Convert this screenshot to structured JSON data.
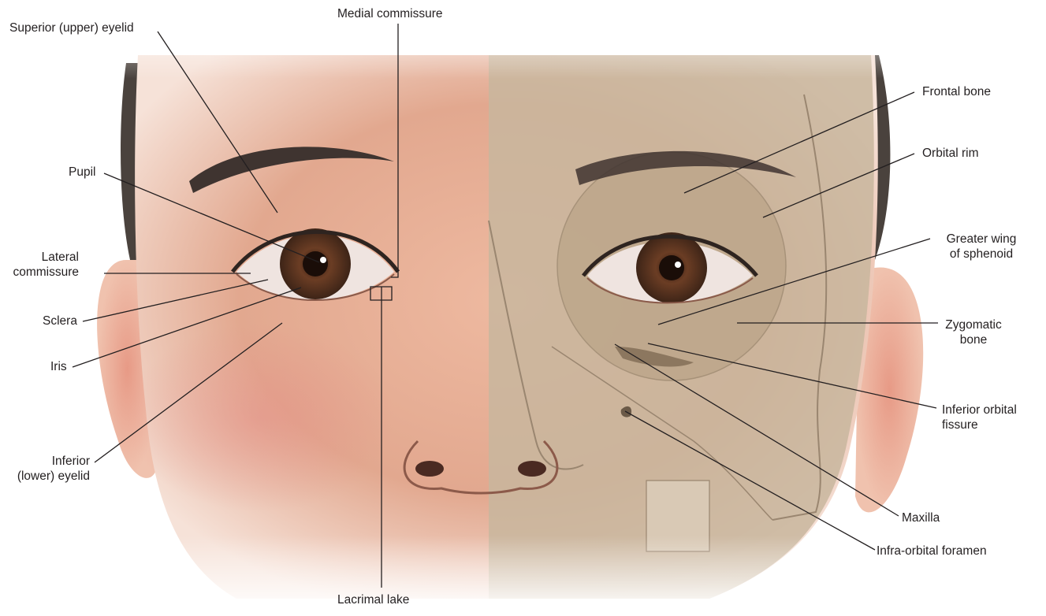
{
  "labels": {
    "superior_eyelid": "Superior (upper) eyelid",
    "medial_commissure": "Medial commissure",
    "pupil": "Pupil",
    "lateral_commissure_1": "Lateral",
    "lateral_commissure_2": "commissure",
    "sclera": "Sclera",
    "iris": "Iris",
    "inferior_eyelid_1": "Inferior",
    "inferior_eyelid_2": "(lower) eyelid",
    "lacrimal_lake": "Lacrimal lake",
    "frontal_bone": "Frontal bone",
    "orbital_rim": "Orbital rim",
    "greater_wing_1": "Greater wing",
    "greater_wing_2": "of sphenoid",
    "zygomatic_1": "Zygomatic",
    "zygomatic_2": "bone",
    "inferior_fissure_1": "Inferior orbital",
    "inferior_fissure_2": "fissure",
    "maxilla": "Maxilla",
    "infraorbital_foramen": "Infra-orbital foramen"
  },
  "colors": {
    "skin": "#e2a98f",
    "skin_light": "#f2cdb8",
    "skull_overlay": "#c9b69a",
    "iris": "#5a3422",
    "hair": "#3b3430",
    "leader": "#231f20"
  }
}
